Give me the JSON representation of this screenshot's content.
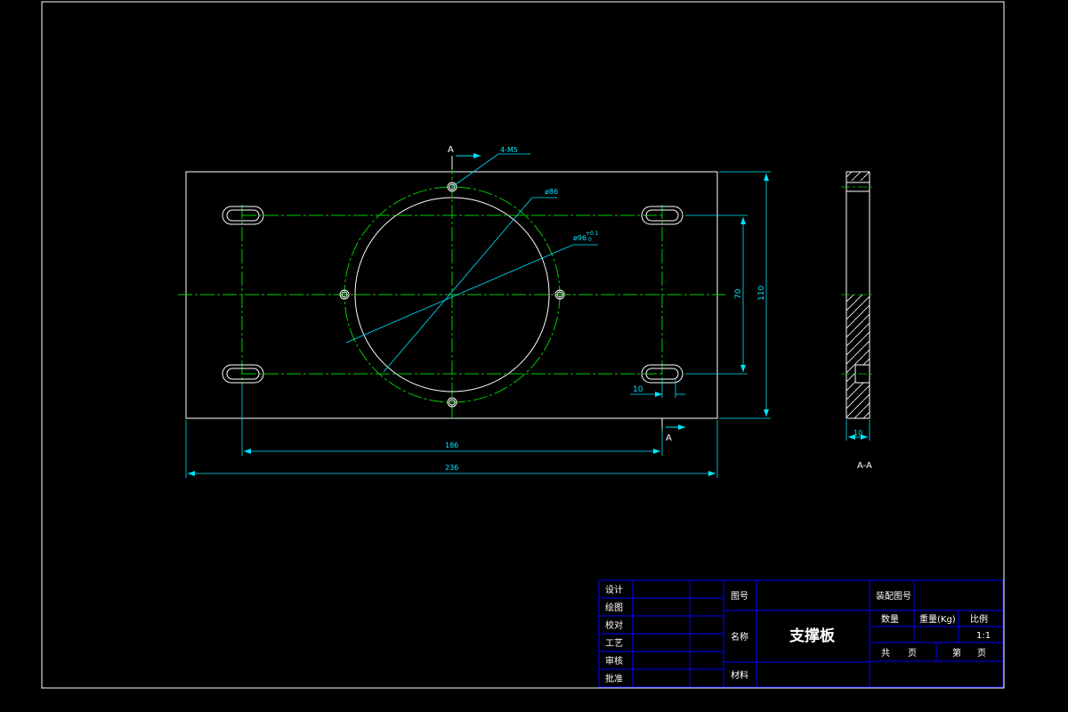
{
  "colors": {
    "background": "#000000",
    "outline": "#ffffff",
    "centerline": "#00cc00",
    "dimension": "#00e5ff",
    "hatch": "#ffffff",
    "titleblock_lines": "#0000ff"
  },
  "section": {
    "cut_label_top": "A",
    "cut_label_bottom": "A",
    "view_label": "A-A"
  },
  "dimensions": {
    "hole_note": "4-M5",
    "circle_dia": "ø86",
    "bore_dia": "ø96",
    "bore_tol": "+0.1",
    "bore_tol_low": "0",
    "height_inner": "70",
    "height_outer": "110",
    "slot_width": "10",
    "width_inner": "186",
    "width_outer": "236",
    "section_thickness": "10"
  },
  "title_block": {
    "left_labels": [
      "设计",
      "绘图",
      "校对",
      "工艺",
      "审核",
      "批准"
    ],
    "label_drawing_no": "图号",
    "label_name": "名称",
    "label_material": "材料",
    "part_name": "支撑板",
    "label_orig_no": "装配图号",
    "label_qty": "数量",
    "label_weight": "重量(Kg)",
    "label_scale": "比例",
    "scale_value": "1:1",
    "label_total": "共",
    "label_page1": "页",
    "label_sheet": "第",
    "label_page2": "页"
  }
}
